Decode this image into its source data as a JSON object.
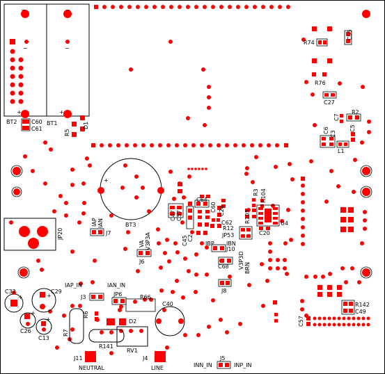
{
  "colors": {
    "copper": "#ff0000",
    "silk": "#000000",
    "board": "#ffffff"
  },
  "labels": {
    "bt2": "BT2",
    "c60": "C60",
    "c61": "C61",
    "bt1": "BT1",
    "r5": "R5",
    "d1": "D1",
    "r74": "R74",
    "c55": "C55",
    "r76": "R76",
    "c27": "C27",
    "c7": "C7",
    "r2": "R2",
    "c6": "C6",
    "c3": "C3",
    "c5": "C5",
    "l1": "L1",
    "bt3": "BT3",
    "jp20": "JP20",
    "iap": "IAP",
    "ian": "IAN",
    "j7": "J7",
    "va": "VA",
    "v3p3a": "V3P3A",
    "j6": "J6",
    "c47": "C47",
    "c57": "C57",
    "c45": "C45",
    "c2": "C2",
    "c64": "C64",
    "c60b": "C60",
    "c28": "C28",
    "c62": "C62",
    "r12": "R12",
    "ibp": "IBP",
    "ibn": "IBN",
    "jp53": "JP53",
    "j10": "J10",
    "c68": "C68",
    "v3p3d": "V3P3D",
    "brn": "BRN",
    "r105": "R105",
    "r3": "R3",
    "r104": "R104",
    "c20": "C20",
    "u4": "U4",
    "j8": "J8",
    "c32": "C32",
    "c29": "C29",
    "c26": "C26",
    "c13": "C13",
    "iap_in": "IAP_IN",
    "ian_in": "IAN_IN",
    "j3": "J3",
    "jp6": "JP6",
    "r66": "R66",
    "c40": "C40",
    "r6": "R6",
    "d2": "D2",
    "r7": "R7",
    "r141": "R141",
    "rv1": "RV1",
    "j11": "J11",
    "neutral": "NEUTRAL",
    "j4": "J4",
    "line": "LINE",
    "c57b": "C57",
    "r142": "R142",
    "c49": "C49",
    "inn_in": "INN_IN",
    "j5": "J5",
    "inp_in": "INP_IN",
    "minus": "−",
    "plus": "+"
  }
}
